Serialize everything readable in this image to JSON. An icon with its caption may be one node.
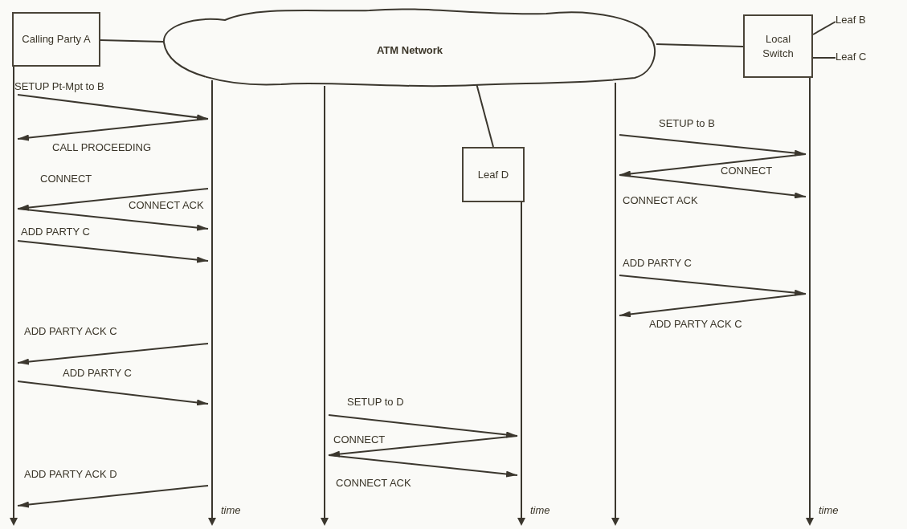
{
  "diagram": {
    "nodes": [
      {
        "text": [
          "Calling Party A"
        ]
      },
      {
        "text": [
          "ATM Network"
        ]
      },
      {
        "text": [
          "Local Switch"
        ]
      },
      {
        "text": [
          "Leaf B"
        ]
      },
      {
        "text": [
          "Leaf C"
        ]
      },
      {
        "text": [
          "Leaf D"
        ]
      },
      {
        "text": [],
        "shape": "line"
      },
      {
        "text": [],
        "shape": "line",
        "beside": [
          "time"
        ]
      },
      {
        "text": [],
        "shape": "line"
      },
      {
        "text": [],
        "shape": "line",
        "beside": [
          "time"
        ]
      },
      {
        "text": [],
        "shape": "line"
      },
      {
        "text": [],
        "shape": "line",
        "beside": [
          "time"
        ]
      }
    ],
    "edges": [
      {
        "from": 0,
        "to": 1,
        "arrow": "none"
      },
      {
        "from": 1,
        "to": 2,
        "arrow": "none"
      },
      {
        "from": 2,
        "to": 3,
        "arrow": "none"
      },
      {
        "from": 2,
        "to": 4,
        "arrow": "none"
      },
      {
        "from": 1,
        "to": 5,
        "arrow": "none"
      },
      {
        "from": 6,
        "to": 7,
        "label": "SETUP Pt-Mpt to B",
        "arrow": "to"
      },
      {
        "from": 7,
        "to": 6,
        "label": "CALL PROCEEDING",
        "arrow": "to"
      },
      {
        "from": 7,
        "to": 6,
        "label": "CONNECT",
        "arrow": "to"
      },
      {
        "from": 6,
        "to": 7,
        "label": "CONNECT ACK",
        "arrow": "to"
      },
      {
        "from": 6,
        "to": 7,
        "label": "ADD PARTY C",
        "arrow": "to"
      },
      {
        "from": 7,
        "to": 6,
        "label": "ADD PARTY ACK C",
        "arrow": "to"
      },
      {
        "from": 6,
        "to": 7,
        "label": "ADD PARTY C",
        "arrow": "to"
      },
      {
        "from": 7,
        "to": 6,
        "label": "ADD PARTY ACK D",
        "arrow": "to"
      },
      {
        "from": 10,
        "to": 11,
        "label": "SETUP to B",
        "arrow": "to"
      },
      {
        "from": 11,
        "to": 10,
        "label": "CONNECT",
        "arrow": "to"
      },
      {
        "from": 10,
        "to": 11,
        "label": "CONNECT ACK",
        "arrow": "to"
      },
      {
        "from": 10,
        "to": 11,
        "label": "ADD PARTY C",
        "arrow": "to"
      },
      {
        "from": 11,
        "to": 10,
        "label": "ADD PARTY ACK C",
        "arrow": "to"
      },
      {
        "from": 8,
        "to": 9,
        "label": "SETUP to D",
        "arrow": "to"
      },
      {
        "from": 9,
        "to": 8,
        "label": "CONNECT",
        "arrow": "to"
      },
      {
        "from": 8,
        "to": 9,
        "label": "CONNECT ACK",
        "arrow": "to"
      }
    ]
  }
}
